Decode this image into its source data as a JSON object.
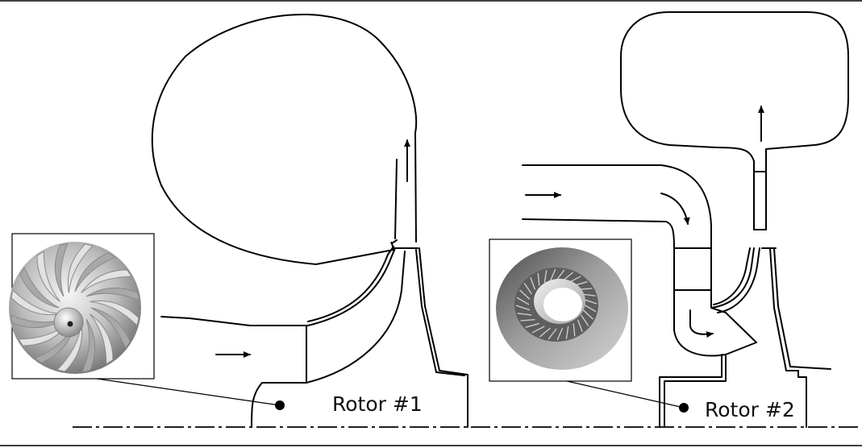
{
  "labels": {
    "rotor1": "Rotor #1",
    "rotor2": "Rotor #2"
  },
  "colors": {
    "stroke": "#000000",
    "background": "#ffffff",
    "metal_light": "#e6e6e6",
    "metal_dark": "#6f6f6f"
  },
  "icons": [
    "impeller-image",
    "turbine-rotor-image",
    "flow-arrow-icon",
    "label-dot-icon"
  ]
}
